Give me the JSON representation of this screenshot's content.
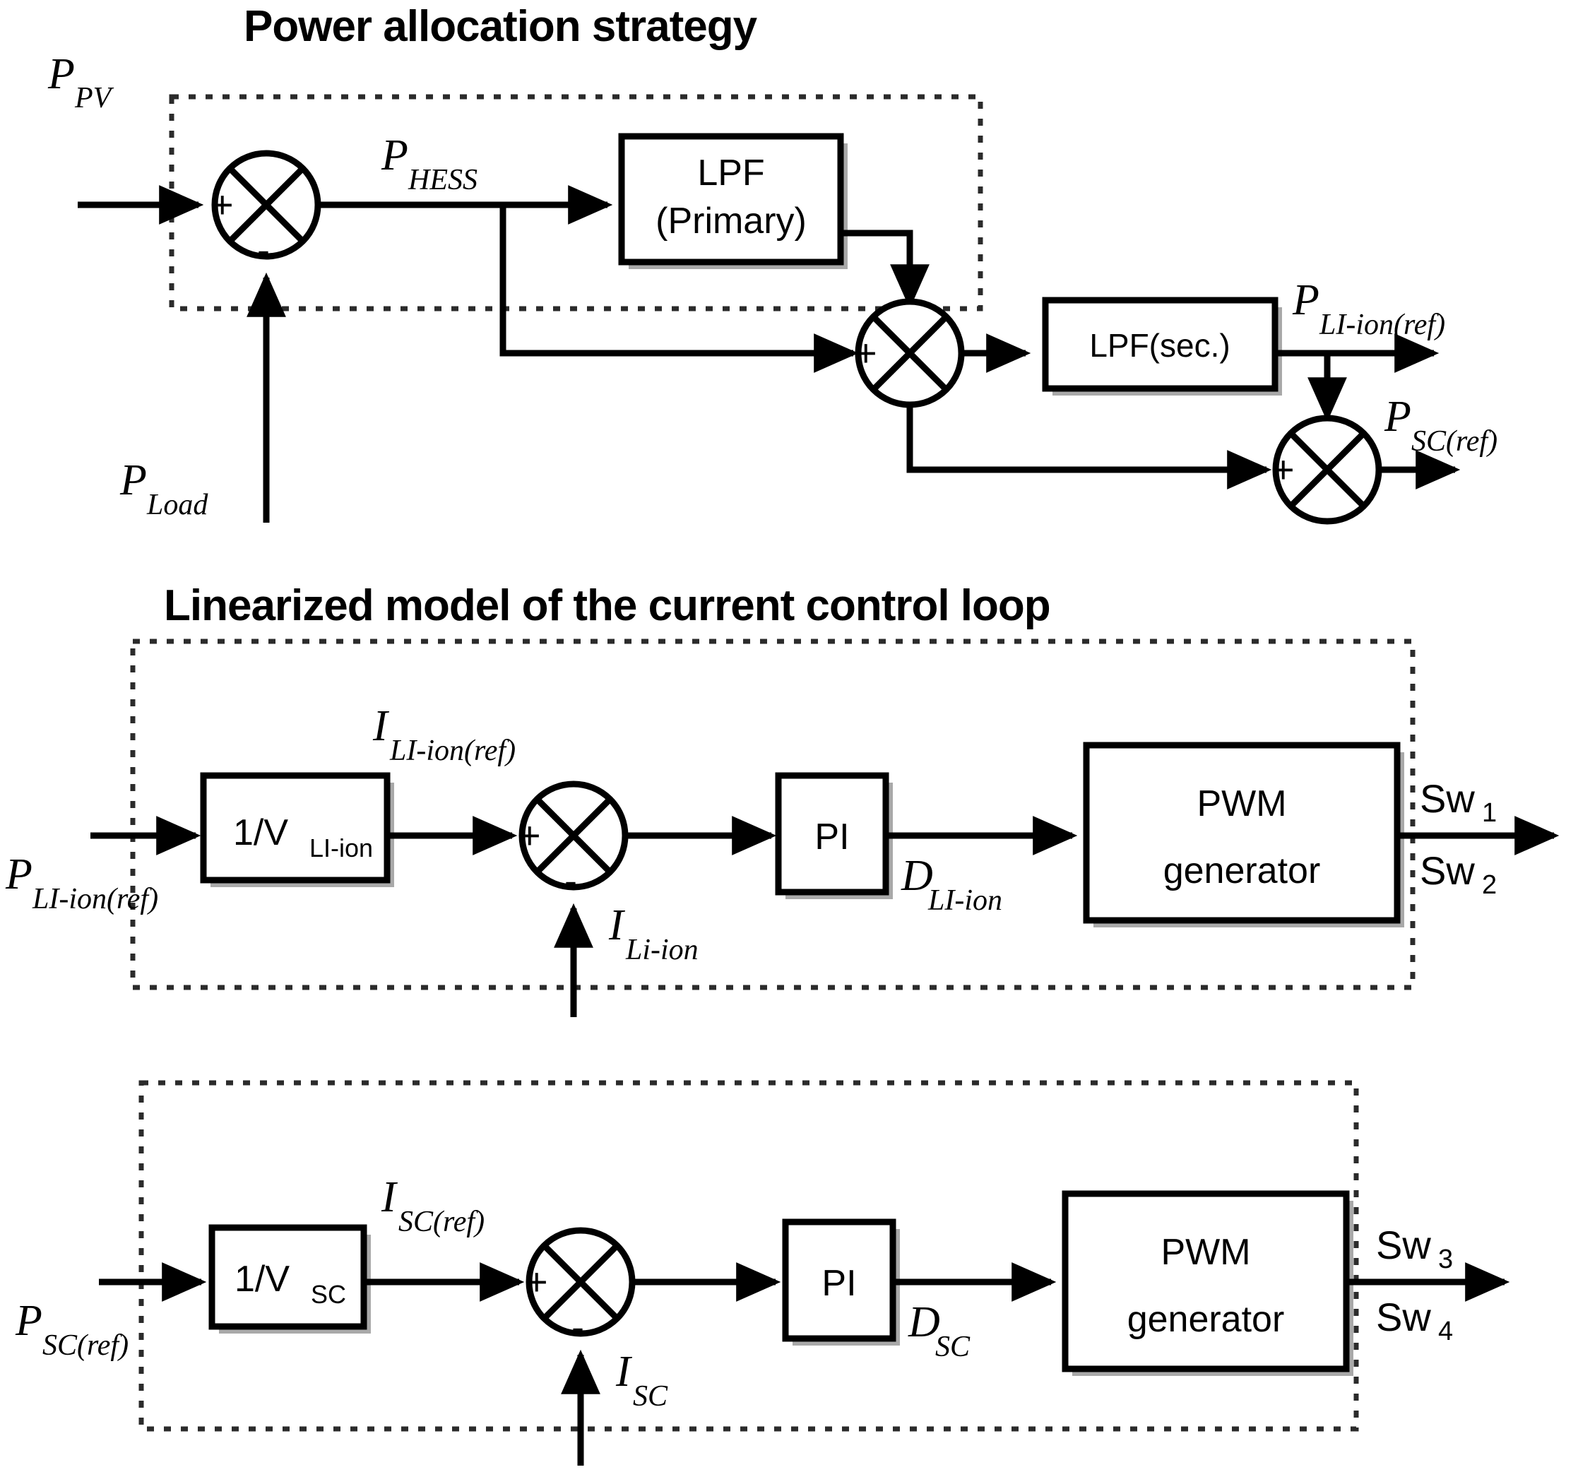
{
  "titles": {
    "diagram1": "Power allocation strategy",
    "diagram2": "Linearized model of the current control loop"
  },
  "diagram1": {
    "name": "power-allocation-strategy",
    "inputs": [
      {
        "id": "p_pv",
        "base": "P",
        "sub": "PV"
      },
      {
        "id": "p_load",
        "base": "P",
        "sub": "Load"
      }
    ],
    "signals": [
      {
        "id": "p_hess",
        "base": "P",
        "sub": "HESS"
      },
      {
        "id": "p_liion_ref",
        "base": "P",
        "sub": "LI-ion(ref)"
      },
      {
        "id": "p_sc_ref",
        "base": "P",
        "sub": "SC(ref)"
      }
    ],
    "blocks": [
      {
        "id": "lpf-primary",
        "line1": "LPF",
        "line2": "(Primary)"
      },
      {
        "id": "lpf-secondary",
        "line1": "LPF(sec.)",
        "line2": ""
      }
    ],
    "summers": [
      {
        "id": "sum-hess",
        "signs": [
          "+",
          "-"
        ]
      },
      {
        "id": "sum-mid",
        "signs": [
          "+"
        ]
      },
      {
        "id": "sum-sc",
        "signs": [
          "+"
        ]
      }
    ]
  },
  "diagram2": {
    "name": "li-ion-current-control-loop",
    "input": {
      "base": "P",
      "sub": "LI-ion(ref)"
    },
    "gain_block": {
      "prefix": "1/V",
      "sub": "LI-ion"
    },
    "ref_signal": {
      "base": "I",
      "sub": "LI-ion(ref)"
    },
    "feedback_signal": {
      "base": "I",
      "sub": "Li-ion"
    },
    "controller": "PI",
    "duty_signal": {
      "base": "D",
      "sub": "LI-ion"
    },
    "pwm": {
      "line1": "PWM",
      "line2": "generator"
    },
    "outputs": [
      {
        "base": "Sw",
        "sub": "1"
      },
      {
        "base": "Sw",
        "sub": "2"
      }
    ],
    "summer_signs": [
      "+",
      "-"
    ]
  },
  "diagram3": {
    "name": "sc-current-control-loop",
    "input": {
      "base": "P",
      "sub": "SC(ref)"
    },
    "gain_block": {
      "prefix": "1/V",
      "sub": "SC"
    },
    "ref_signal": {
      "base": "I",
      "sub": "SC(ref)"
    },
    "feedback_signal": {
      "base": "I",
      "sub": "SC"
    },
    "controller": "PI",
    "duty_signal": {
      "base": "D",
      "sub": "SC"
    },
    "pwm": {
      "line1": "PWM",
      "line2": "generator"
    },
    "outputs": [
      {
        "base": "Sw",
        "sub": "3"
      },
      {
        "base": "Sw",
        "sub": "4"
      }
    ],
    "summer_signs": [
      "+",
      "-"
    ]
  },
  "colors": {
    "stroke": "#000000",
    "background": "#ffffff",
    "dashed_boundary": "#2b2b2b",
    "block_shadow": "#a9a9a9"
  }
}
